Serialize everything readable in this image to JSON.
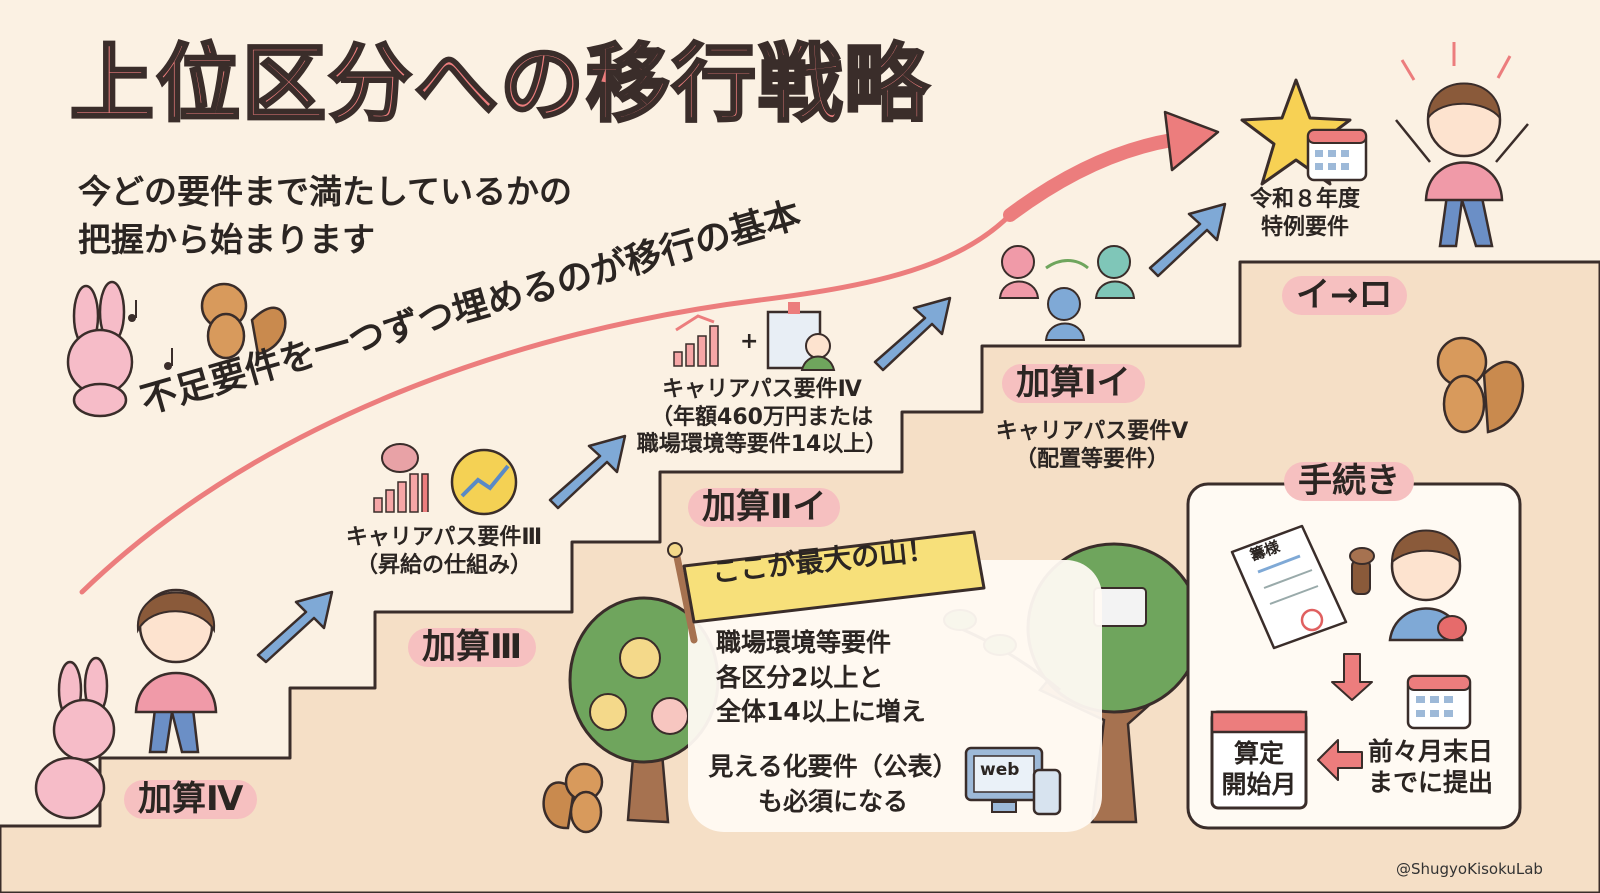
{
  "title": "上位区分への移行戦略",
  "subtitle": {
    "line1": "今どの要件まで満たしているかの",
    "line2": "把握から始まります"
  },
  "arrow_label": "不足要件を一つずつ埋めるのが移行の基本",
  "steps": [
    {
      "label": "加算Ⅳ"
    },
    {
      "label": "加算Ⅲ",
      "requirement": "キャリアパス要件Ⅲ",
      "detail": "（昇給の仕組み）"
    },
    {
      "label": "加算Ⅱイ",
      "requirement": "キャリアパス要件Ⅳ",
      "detail_line1": "（年額460万円または",
      "detail_line2": "職場環境等要件14以上）"
    },
    {
      "label": "加算Ⅰイ",
      "requirement": "キャリアパス要件Ⅴ",
      "detail": "（配置等要件）"
    },
    {
      "label": "イ→ロ",
      "requirement_line1": "令和８年度",
      "requirement_line2": "特例要件"
    }
  ],
  "flag": "ここが最大の山！",
  "mountain": {
    "line1": "職場環境等要件",
    "line2": "各区分2以上と",
    "line3": "全体14以上に増え",
    "line4": "見える化要件（公表）",
    "line5": "も必須になる",
    "web_label": "web"
  },
  "procedure": {
    "title": "手続き",
    "doc_label": "籌様",
    "start_month_line1": "算定",
    "start_month_line2": "開始月",
    "deadline_line1": "前々月末日",
    "deadline_line2": "までに提出"
  },
  "watermark": "@ShugyoKisokuLab",
  "colors": {
    "background": "#fbf1e3",
    "stairs": "#f5dfc6",
    "accent_pink": "#ec7d7d",
    "step_arrow_blue": "#7fa9d6",
    "label_highlight": "#f6c0c0",
    "flag_yellow": "#f7e07a",
    "tree_green": "#6fa55d"
  },
  "icons": [
    "rabbit-icon",
    "squirrel-icon",
    "music-note-icon",
    "girl-icon",
    "star-icon",
    "calendar-icon",
    "bar-chart-icon",
    "brain-icon",
    "growth-coin-icon",
    "hospital-icon",
    "people-cycle-icon",
    "flag-icon",
    "tree-icon",
    "computer-web-icon",
    "document-icon",
    "stamp-icon",
    "down-arrow-icon",
    "left-arrow-icon"
  ]
}
